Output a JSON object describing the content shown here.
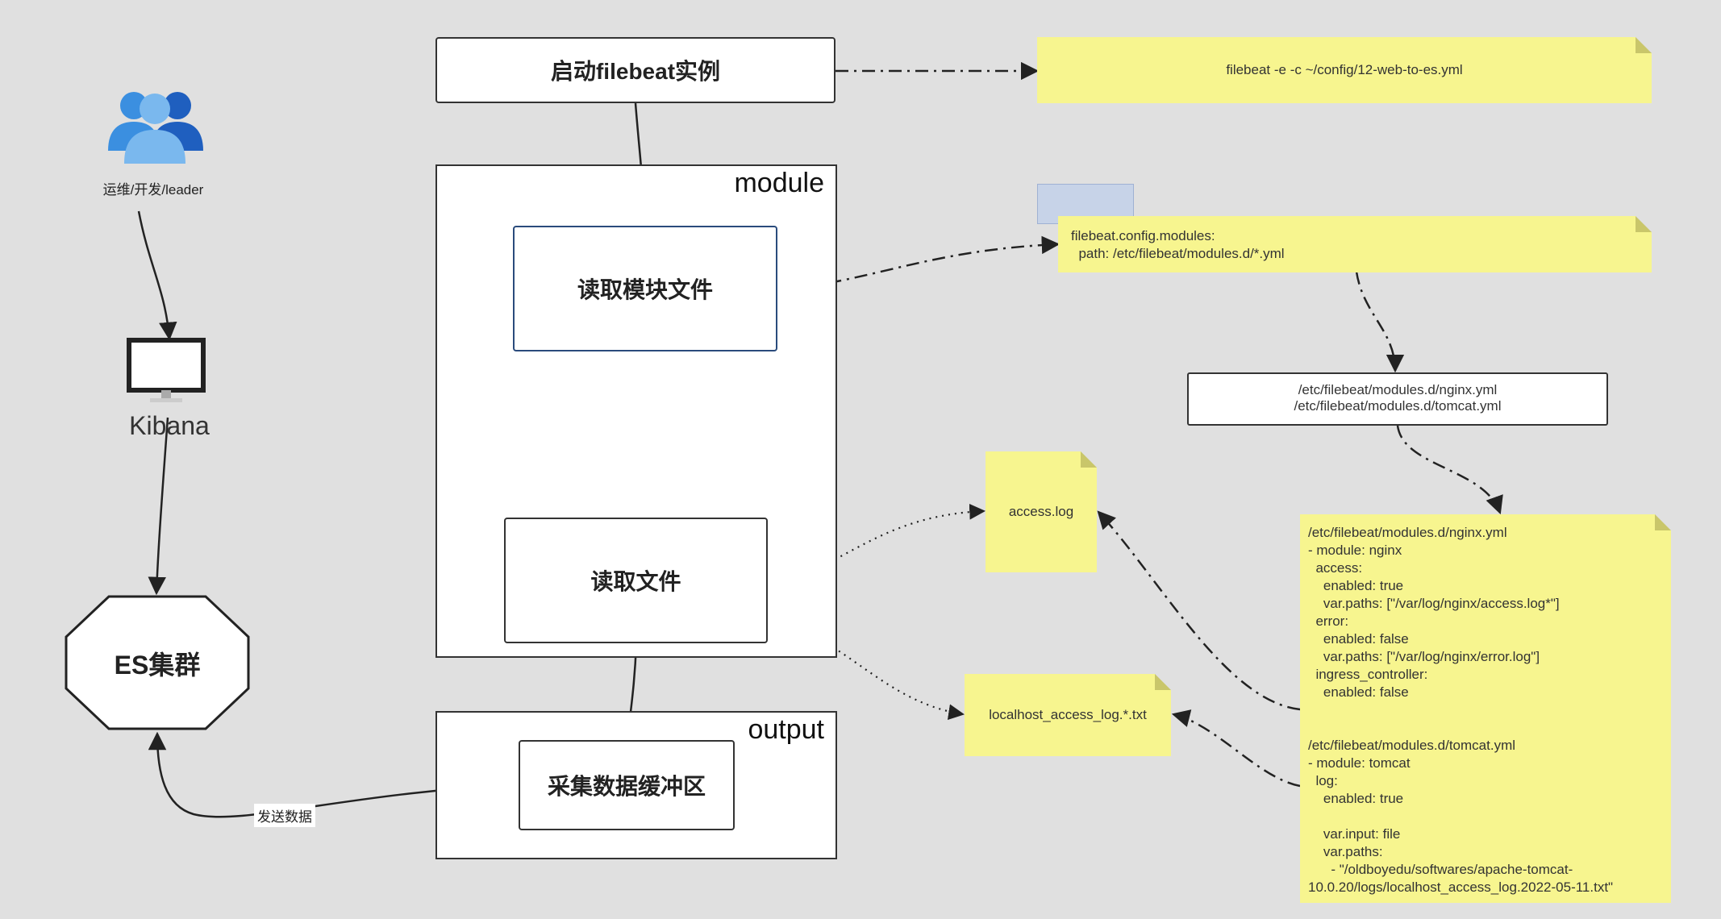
{
  "actor": {
    "label": "运维/开发/leader",
    "icon": "users-icon"
  },
  "kibana": {
    "label": "Kibana",
    "icon": "monitor-icon"
  },
  "es": {
    "label": "ES集群"
  },
  "send_label": "发送数据",
  "boxes": {
    "start": "启动filebeat实例",
    "read_module": "读取模块文件",
    "read_file": "读取文件",
    "buffer": "采集数据缓冲区"
  },
  "containers": {
    "module": "module",
    "output": "output"
  },
  "notes": {
    "cmd": "filebeat -e -c ~/config/12-web-to-es.yml",
    "config_line1": "filebeat.config.modules:",
    "config_line2": "  path: /etc/filebeat/modules.d/*.yml",
    "modules_line1": "/etc/filebeat/modules.d/nginx.yml",
    "modules_line2": "/etc/filebeat/modules.d/tomcat.yml",
    "access_log": "access.log",
    "localhost_log": "localhost_access_log.*.txt",
    "yaml": "/etc/filebeat/modules.d/nginx.yml\n- module: nginx\n  access:\n    enabled: true\n    var.paths: [\"/var/log/nginx/access.log*\"]\n  error:\n    enabled: false\n    var.paths: [\"/var/log/nginx/error.log\"]\n  ingress_controller:\n    enabled: false\n\n\n/etc/filebeat/modules.d/tomcat.yml\n- module: tomcat\n  log:\n    enabled: true\n\n    var.input: file\n    var.paths:\n      - \"/oldboyedu/softwares/apache-tomcat-\n10.0.20/logs/localhost_access_log.2022-05-11.txt\""
  },
  "colors": {
    "note": "#f7f58f",
    "icon_blue": "#1f5fbf",
    "icon_light": "#7ab8ee"
  }
}
